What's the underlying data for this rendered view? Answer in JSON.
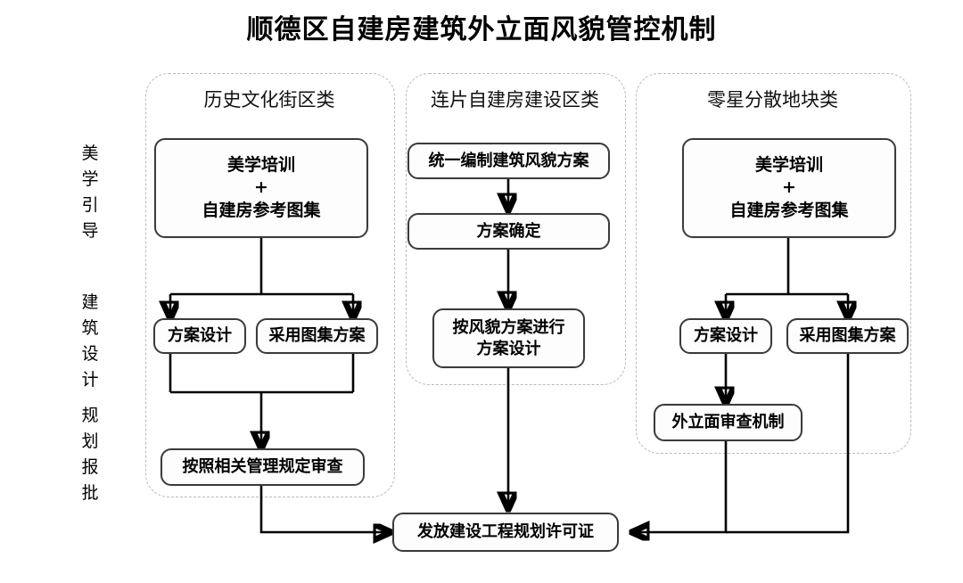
{
  "title": "顺德区自建房建筑外立面风貌管控机制",
  "row_labels": [
    {
      "id": "aesthetic-guidance",
      "text": "美\n学\n引\n导"
    },
    {
      "id": "architectural-design",
      "text": "建\n筑\n设\n计"
    },
    {
      "id": "planning-approval",
      "text": "规\n划\n报\n批"
    }
  ],
  "columns": [
    {
      "id": "historic-district",
      "label": "历史文化街区类"
    },
    {
      "id": "contiguous-selfbuilt-zone",
      "label": "连片自建房建设区类"
    },
    {
      "id": "scattered-plots",
      "label": "零星分散地块类"
    }
  ],
  "nodes": {
    "c1_training": "美学培训\n+\n自建房参考图集",
    "c1_scheme_design": "方案设计",
    "c1_atlas_scheme": "采用图集方案",
    "c1_review": "按照相关管理规定审查",
    "c2_unified_plan": "统一编制建筑风貌方案",
    "c2_plan_confirm": "方案确定",
    "c2_design_by_plan": "按风貌方案进行\n方案设计",
    "c3_training": "美学培训\n+\n自建房参考图集",
    "c3_scheme_design": "方案设计",
    "c3_atlas_scheme": "采用图集方案",
    "c3_facade_review": "外立面审查机制",
    "final_permit": "发放建设工程规划许可证"
  },
  "colors": {
    "node_border": "#3b3b3b",
    "group_border": "#b9b9b9",
    "connector": "#000000",
    "background": "#ffffff",
    "text": "#000000"
  }
}
